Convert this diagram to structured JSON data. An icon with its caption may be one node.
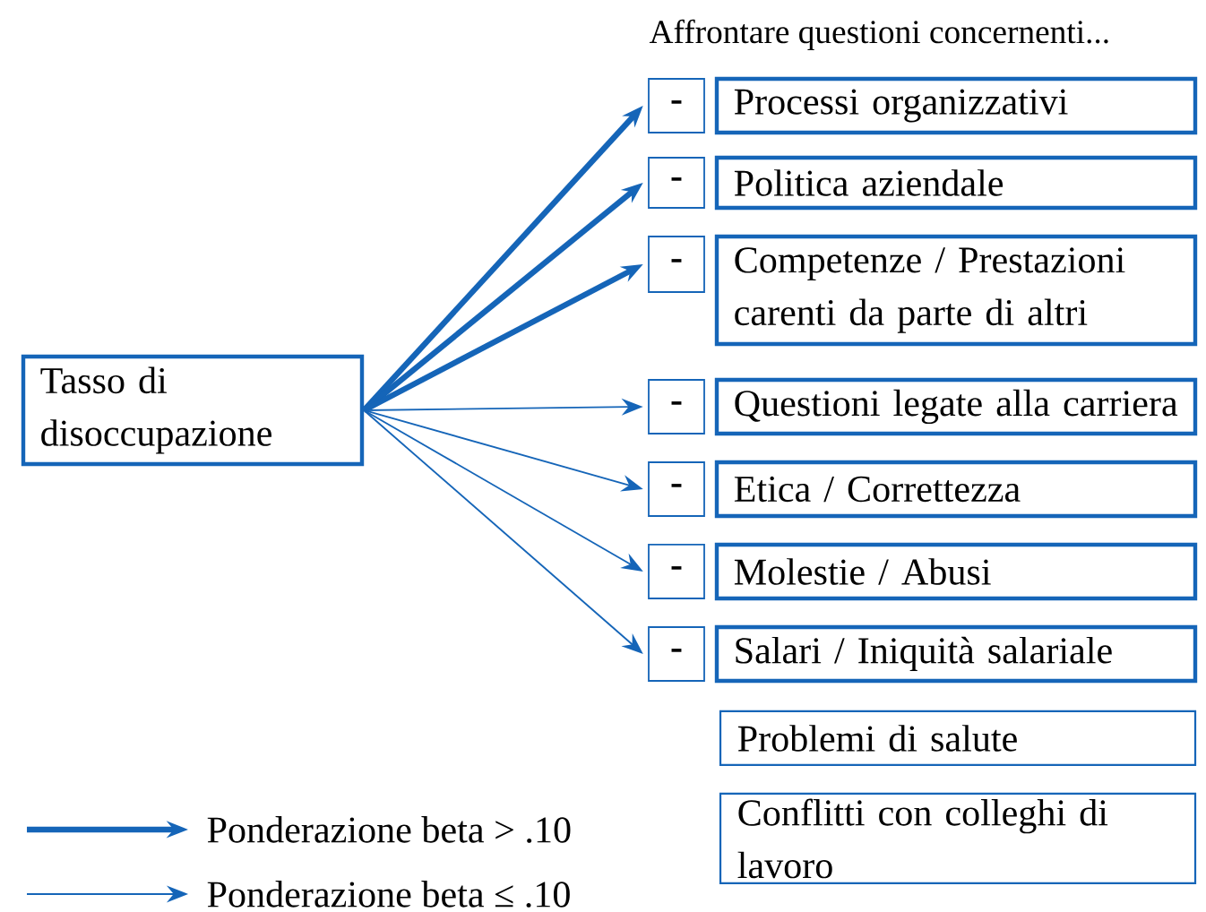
{
  "diagram": {
    "title": "Affrontare questioni concernenti...",
    "nodes": [
      {
        "text": [
          "Tasso di disoccupazione"
        ]
      },
      {
        "text": [
          "-"
        ]
      },
      {
        "text": [
          "Processi organizzativi"
        ]
      },
      {
        "text": [
          "-"
        ]
      },
      {
        "text": [
          "Politica aziendale"
        ]
      },
      {
        "text": [
          "-"
        ]
      },
      {
        "text": [
          "Competenze / Prestazioni carenti da parte di altri"
        ]
      },
      {
        "text": [
          "-"
        ]
      },
      {
        "text": [
          "Questioni legate alla carriera"
        ]
      },
      {
        "text": [
          "-"
        ]
      },
      {
        "text": [
          "Etica / Correttezza"
        ]
      },
      {
        "text": [
          "-"
        ]
      },
      {
        "text": [
          "Molestie / Abusi"
        ]
      },
      {
        "text": [
          "-"
        ]
      },
      {
        "text": [
          "Salari / Iniquità salariale"
        ]
      },
      {
        "text": [
          "Problemi di salute"
        ]
      },
      {
        "text": [
          "Conflitti con colleghi di lavoro"
        ]
      }
    ],
    "edges": [
      {
        "from": 0,
        "to": 1,
        "arrow": "to",
        "style": "thick"
      },
      {
        "from": 0,
        "to": 3,
        "arrow": "to",
        "style": "thick"
      },
      {
        "from": 0,
        "to": 5,
        "arrow": "to",
        "style": "thick"
      },
      {
        "from": 0,
        "to": 7,
        "arrow": "to"
      },
      {
        "from": 0,
        "to": 9,
        "arrow": "to"
      },
      {
        "from": 0,
        "to": 11,
        "arrow": "to"
      },
      {
        "from": 0,
        "to": 13,
        "arrow": "to"
      }
    ],
    "legend": [
      {
        "text": "Ponderazione beta > .10"
      },
      {
        "text": "Ponderazione beta ≤ .10"
      }
    ]
  }
}
